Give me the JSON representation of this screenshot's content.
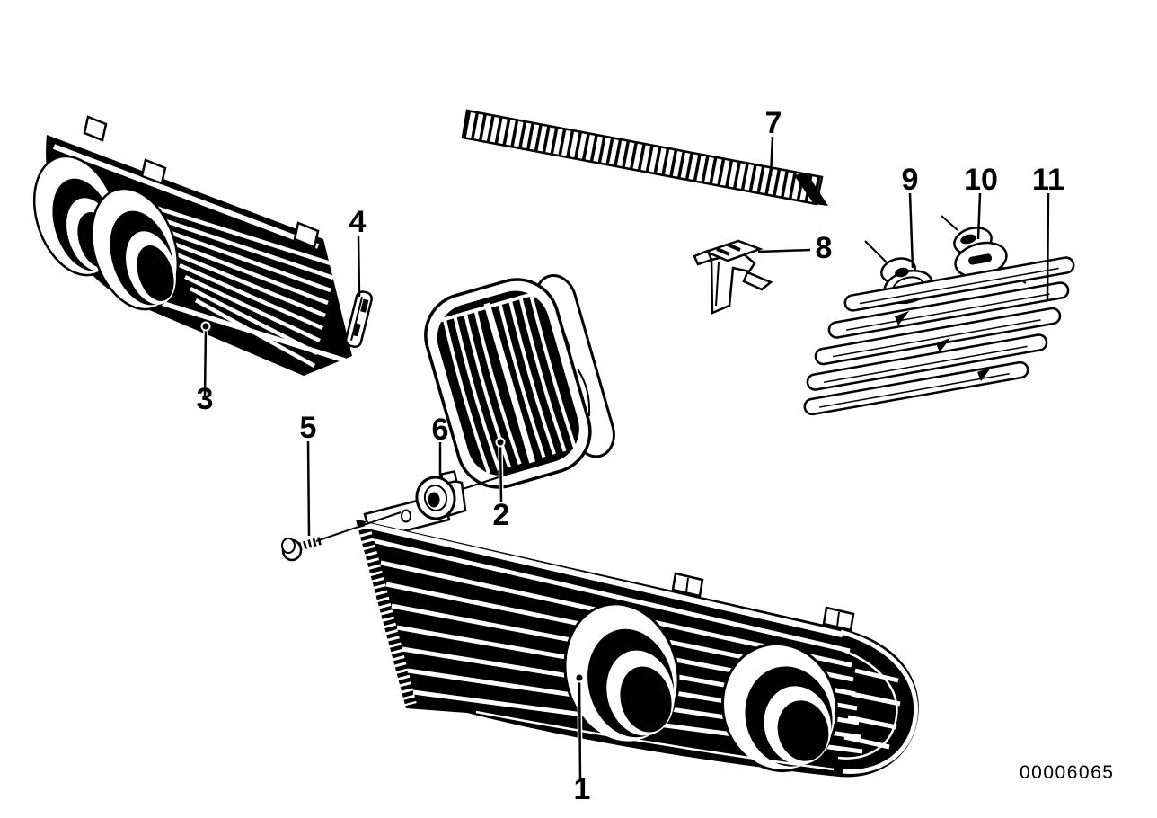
{
  "page": {
    "background": "#ffffff",
    "ink": "#000000",
    "drawing_code": "00006065",
    "callouts": [
      {
        "num": "1",
        "part": "front-grille-lower"
      },
      {
        "num": "2",
        "part": "kidney-grille-center"
      },
      {
        "num": "3",
        "part": "front-grille-upper-left"
      },
      {
        "num": "4",
        "part": "trim-strip"
      },
      {
        "num": "5",
        "part": "screw"
      },
      {
        "num": "6",
        "part": "clip-nut"
      },
      {
        "num": "7",
        "part": "mesh-strip"
      },
      {
        "num": "8",
        "part": "bracket-clip"
      },
      {
        "num": "9",
        "part": "grommet"
      },
      {
        "num": "10",
        "part": "grommet-slotted"
      },
      {
        "num": "11",
        "part": "slat-grille-right"
      }
    ]
  }
}
